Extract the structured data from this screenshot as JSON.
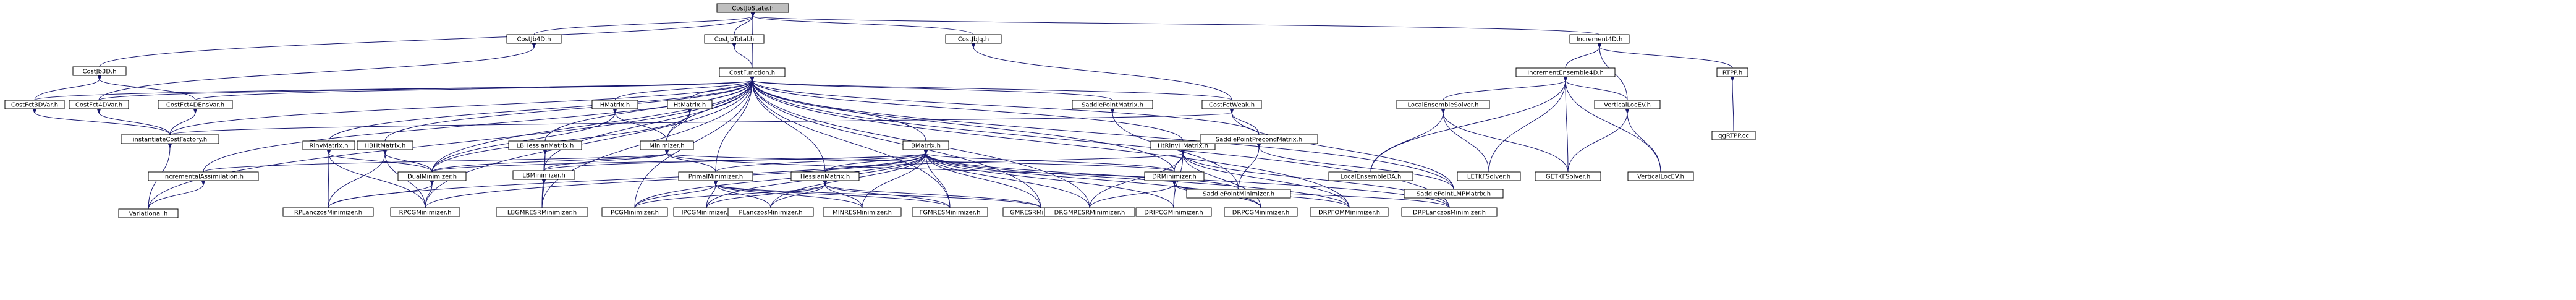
{
  "colors": {
    "edge": "#191970",
    "node_fill": "#ffffff",
    "highlight_fill": "#bfbfbf",
    "normal_text": "#000000",
    "incomplete_text": "#ff0000",
    "incomplete_border": "#ff0000"
  },
  "nodes": {
    "CostJbState": {
      "label": "CostJbState.h",
      "style": "highlight"
    },
    "CostJb4D": {
      "label": "CostJb4D.h",
      "style": "normal"
    },
    "CostJbTotal": {
      "label": "CostJbTotal.h",
      "style": "normal"
    },
    "CostJbJq": {
      "label": "CostJbJq.h",
      "style": "normal"
    },
    "Increment4D": {
      "label": "Increment4D.h",
      "style": "normal"
    },
    "CostJb3D": {
      "label": "CostJb3D.h",
      "style": "normal"
    },
    "CostFunction": {
      "label": "CostFunction.h",
      "style": "normal"
    },
    "IncrementEnsemble4D": {
      "label": "IncrementEnsemble4D.h",
      "style": "normal"
    },
    "RTPP": {
      "label": "RTPP.h",
      "style": "normal"
    },
    "CostFct3DVar": {
      "label": "CostFct3DVar.h",
      "style": "normal"
    },
    "CostFct4DVar": {
      "label": "CostFct4DVar.h",
      "style": "normal"
    },
    "CostFct4DEnsVar": {
      "label": "CostFct4DEnsVar.h",
      "style": "normal"
    },
    "HMatrix": {
      "label": "HMatrix.h",
      "style": "normal"
    },
    "HtMatrix": {
      "label": "HtMatrix.h",
      "style": "normal"
    },
    "SaddlePointMatrix": {
      "label": "SaddlePointMatrix.h",
      "style": "normal"
    },
    "CostFctWeak": {
      "label": "CostFctWeak.h",
      "style": "normal"
    },
    "LocalEnsembleSolver": {
      "label": "LocalEnsembleSolver.h",
      "style": "incomplete"
    },
    "VerticalLocEV": {
      "label": "VerticalLocEV.h",
      "style": "normal"
    },
    "qgRTPP": {
      "label": "qgRTPP.cc",
      "style": "normal"
    },
    "instantiateCostFactory": {
      "label": "instantiateCostFactory.h",
      "style": "normal"
    },
    "RinvMatrix": {
      "label": "RinvMatrix.h",
      "style": "normal"
    },
    "HBHtMatrix": {
      "label": "HBHtMatrix.h",
      "style": "normal"
    },
    "LBHessianMatrix": {
      "label": "LBHessianMatrix.h",
      "style": "normal"
    },
    "Minimizer": {
      "label": "Minimizer.h",
      "style": "incomplete"
    },
    "BMatrix": {
      "label": "BMatrix.h",
      "style": "normal"
    },
    "HtRinvHMatrix": {
      "label": "HtRinvHMatrix.h",
      "style": "normal"
    },
    "SaddlePointPrecondMatrix": {
      "label": "SaddlePointPrecondMatrix.h",
      "style": "normal"
    },
    "LocalEnsembleDA": {
      "label": "LocalEnsembleDA.h",
      "style": "incomplete"
    },
    "LETKFSolver": {
      "label": "LETKFSolver.h",
      "style": "incomplete"
    },
    "GETKFSolver": {
      "label": "GETKFSolver.h",
      "style": "incomplete"
    },
    "VerticalLocEVh2": {
      "label": "VerticalLocEV.h",
      "style": "incomplete"
    },
    "IncrementalAssimilation": {
      "label": "IncrementalAssimilation.h",
      "style": "normal"
    },
    "DualMinimizer": {
      "label": "DualMinimizer.h",
      "style": "normal"
    },
    "LBMinimizer": {
      "label": "LBMinimizer.h",
      "style": "normal"
    },
    "PrimalMinimizer": {
      "label": "PrimalMinimizer.h",
      "style": "normal"
    },
    "HessianMatrix": {
      "label": "HessianMatrix.h",
      "style": "normal"
    },
    "DRMinimizer": {
      "label": "DRMinimizer.h",
      "style": "normal"
    },
    "SaddlePointMinimizer": {
      "label": "SaddlePointMinimizer.h",
      "style": "incomplete"
    },
    "SaddlePointLMPMatrix": {
      "label": "SaddlePointLMPMatrix.h",
      "style": "normal"
    },
    "Variational": {
      "label": "Variational.h",
      "style": "incomplete"
    },
    "RPLanczosMinimizer": {
      "label": "RPLanczosMinimizer.h",
      "style": "incomplete"
    },
    "RPCGMinimizer": {
      "label": "RPCGMinimizer.h",
      "style": "incomplete"
    },
    "LBGMRESRMinimizer": {
      "label": "LBGMRESRMinimizer.h",
      "style": "incomplete"
    },
    "PCGMinimizer": {
      "label": "PCGMinimizer.h",
      "style": "incomplete"
    },
    "IPCGMinimizer": {
      "label": "IPCGMinimizer.h",
      "style": "incomplete"
    },
    "PLanczosMinimizer": {
      "label": "PLanczosMinimizer.h",
      "style": "incomplete"
    },
    "MINRESMinimizer": {
      "label": "MINRESMinimizer.h",
      "style": "incomplete"
    },
    "FGMRESMinimizer": {
      "label": "FGMRESMinimizer.h",
      "style": "incomplete"
    },
    "GMRESRMinimizer": {
      "label": "GMRESRMinimizer.h",
      "style": "incomplete"
    },
    "DRGMRESRMinimizer": {
      "label": "DRGMRESRMinimizer.h",
      "style": "incomplete"
    },
    "DRIPCGMinimizer": {
      "label": "DRIPCGMinimizer.h",
      "style": "incomplete"
    },
    "DRPCGMinimizer": {
      "label": "DRPCGMinimizer.h",
      "style": "incomplete"
    },
    "DRPFOMMinimizer": {
      "label": "DRPFOMMinimizer.h",
      "style": "incomplete"
    },
    "DRPLanczosMinimizer": {
      "label": "DRPLanczosMinimizer.h",
      "style": "incomplete"
    }
  },
  "edges": [
    [
      "CostJbState",
      "CostJb4D"
    ],
    [
      "CostJbState",
      "CostJbTotal"
    ],
    [
      "CostJbState",
      "CostJbJq"
    ],
    [
      "CostJbState",
      "Increment4D"
    ],
    [
      "CostJbState",
      "CostJb3D"
    ],
    [
      "CostJbState",
      "CostFunction"
    ],
    [
      "CostJb4D",
      "CostFct4DVar"
    ],
    [
      "CostJbTotal",
      "CostFunction"
    ],
    [
      "CostJbJq",
      "CostFctWeak"
    ],
    [
      "Increment4D",
      "IncrementEnsemble4D"
    ],
    [
      "Increment4D",
      "RTPP"
    ],
    [
      "Increment4D",
      "VerticalLocEV"
    ],
    [
      "CostJb3D",
      "CostFct3DVar"
    ],
    [
      "CostJb3D",
      "CostFct4DEnsVar"
    ],
    [
      "IncrementEnsemble4D",
      "LocalEnsembleSolver"
    ],
    [
      "IncrementEnsemble4D",
      "VerticalLocEV"
    ],
    [
      "IncrementEnsemble4D",
      "LocalEnsembleDA"
    ],
    [
      "IncrementEnsemble4D",
      "LETKFSolver"
    ],
    [
      "IncrementEnsemble4D",
      "GETKFSolver"
    ],
    [
      "IncrementEnsemble4D",
      "VerticalLocEVh2"
    ],
    [
      "RTPP",
      "qgRTPP"
    ],
    [
      "LocalEnsembleSolver",
      "LocalEnsembleDA"
    ],
    [
      "LocalEnsembleSolver",
      "LETKFSolver"
    ],
    [
      "LocalEnsembleSolver",
      "GETKFSolver"
    ],
    [
      "VerticalLocEV",
      "GETKFSolver"
    ],
    [
      "VerticalLocEV",
      "VerticalLocEVh2"
    ],
    [
      "CostFunction",
      "CostFct3DVar"
    ],
    [
      "CostFunction",
      "CostFct4DVar"
    ],
    [
      "CostFunction",
      "CostFct4DEnsVar"
    ],
    [
      "CostFunction",
      "HMatrix"
    ],
    [
      "CostFunction",
      "HtMatrix"
    ],
    [
      "CostFunction",
      "CostFctWeak"
    ],
    [
      "CostFunction",
      "instantiateCostFactory"
    ],
    [
      "CostFunction",
      "RinvMatrix"
    ],
    [
      "CostFunction",
      "HBHtMatrix"
    ],
    [
      "CostFunction",
      "LBHessianMatrix"
    ],
    [
      "CostFunction",
      "Minimizer"
    ],
    [
      "CostFunction",
      "BMatrix"
    ],
    [
      "CostFunction",
      "HtRinvHMatrix"
    ],
    [
      "CostFunction",
      "SaddlePointMatrix"
    ],
    [
      "CostFunction",
      "SaddlePointPrecondMatrix"
    ],
    [
      "CostFunction",
      "SaddlePointLMPMatrix"
    ],
    [
      "CostFunction",
      "IncrementalAssimilation"
    ],
    [
      "CostFunction",
      "DualMinimizer"
    ],
    [
      "CostFunction",
      "LBMinimizer"
    ],
    [
      "CostFunction",
      "PrimalMinimizer"
    ],
    [
      "CostFunction",
      "HessianMatrix"
    ],
    [
      "CostFunction",
      "DRMinimizer"
    ],
    [
      "CostFunction",
      "Variational"
    ],
    [
      "CostFunction",
      "RPCGMinimizer"
    ],
    [
      "CostFunction",
      "LBGMRESRMinimizer"
    ],
    [
      "CostFunction",
      "PCGMinimizer"
    ],
    [
      "CostFunction",
      "FGMRESMinimizer"
    ],
    [
      "CostFunction",
      "GMRESRMinimizer"
    ],
    [
      "CostFunction",
      "DRGMRESRMinimizer"
    ],
    [
      "CostFunction",
      "DRPFOMMinimizer"
    ],
    [
      "CostFunction",
      "DRPLanczosMinimizer"
    ],
    [
      "CostFct3DVar",
      "instantiateCostFactory"
    ],
    [
      "CostFct4DVar",
      "instantiateCostFactory"
    ],
    [
      "CostFct4DEnsVar",
      "instantiateCostFactory"
    ],
    [
      "CostFctWeak",
      "instantiateCostFactory"
    ],
    [
      "CostFctWeak",
      "SaddlePointPrecondMatrix"
    ],
    [
      "CostFctWeak",
      "SaddlePointLMPMatrix"
    ],
    [
      "instantiateCostFactory",
      "Variational"
    ],
    [
      "HMatrix",
      "Minimizer"
    ],
    [
      "HMatrix",
      "DualMinimizer"
    ],
    [
      "HtMatrix",
      "Minimizer"
    ],
    [
      "HtMatrix",
      "DualMinimizer"
    ],
    [
      "RinvMatrix",
      "DualMinimizer"
    ],
    [
      "RinvMatrix",
      "RPLanczosMinimizer"
    ],
    [
      "RinvMatrix",
      "RPCGMinimizer"
    ],
    [
      "HBHtMatrix",
      "DualMinimizer"
    ],
    [
      "HBHtMatrix",
      "RPLanczosMinimizer"
    ],
    [
      "HBHtMatrix",
      "RPCGMinimizer"
    ],
    [
      "LBHessianMatrix",
      "LBMinimizer"
    ],
    [
      "LBHessianMatrix",
      "LBGMRESRMinimizer"
    ],
    [
      "Minimizer",
      "IncrementalAssimilation"
    ],
    [
      "Minimizer",
      "DualMinimizer"
    ],
    [
      "Minimizer",
      "LBMinimizer"
    ],
    [
      "Minimizer",
      "PrimalMinimizer"
    ],
    [
      "Minimizer",
      "DRMinimizer"
    ],
    [
      "Minimizer",
      "SaddlePointMinimizer"
    ],
    [
      "BMatrix",
      "DualMinimizer"
    ],
    [
      "BMatrix",
      "LBMinimizer"
    ],
    [
      "BMatrix",
      "PrimalMinimizer"
    ],
    [
      "BMatrix",
      "HessianMatrix"
    ],
    [
      "BMatrix",
      "DRMinimizer"
    ],
    [
      "BMatrix",
      "PCGMinimizer"
    ],
    [
      "BMatrix",
      "IPCGMinimizer"
    ],
    [
      "BMatrix",
      "PLanczosMinimizer"
    ],
    [
      "BMatrix",
      "MINRESMinimizer"
    ],
    [
      "BMatrix",
      "FGMRESMinimizer"
    ],
    [
      "BMatrix",
      "GMRESRMinimizer"
    ],
    [
      "BMatrix",
      "DRGMRESRMinimizer"
    ],
    [
      "BMatrix",
      "DRIPCGMinimizer"
    ],
    [
      "BMatrix",
      "DRPCGMinimizer"
    ],
    [
      "BMatrix",
      "DRPFOMMinimizer"
    ],
    [
      "BMatrix",
      "DRPLanczosMinimizer"
    ],
    [
      "BMatrix",
      "RPLanczosMinimizer"
    ],
    [
      "BMatrix",
      "RPCGMinimizer"
    ],
    [
      "HtRinvHMatrix",
      "DRMinimizer"
    ],
    [
      "HtRinvHMatrix",
      "DRGMRESRMinimizer"
    ],
    [
      "HtRinvHMatrix",
      "DRIPCGMinimizer"
    ],
    [
      "HtRinvHMatrix",
      "DRPCGMinimizer"
    ],
    [
      "HtRinvHMatrix",
      "DRPFOMMinimizer"
    ],
    [
      "HtRinvHMatrix",
      "DRPLanczosMinimizer"
    ],
    [
      "HtRinvHMatrix",
      "HessianMatrix"
    ],
    [
      "SaddlePointMatrix",
      "SaddlePointMinimizer"
    ],
    [
      "SaddlePointPrecondMatrix",
      "SaddlePointMinimizer"
    ],
    [
      "SaddlePointPrecondMatrix",
      "SaddlePointLMPMatrix"
    ],
    [
      "IncrementalAssimilation",
      "Variational"
    ],
    [
      "DualMinimizer",
      "RPLanczosMinimizer"
    ],
    [
      "DualMinimizer",
      "RPCGMinimizer"
    ],
    [
      "LBMinimizer",
      "LBGMRESRMinimizer"
    ],
    [
      "PrimalMinimizer",
      "PCGMinimizer"
    ],
    [
      "PrimalMinimizer",
      "IPCGMinimizer"
    ],
    [
      "PrimalMinimizer",
      "PLanczosMinimizer"
    ],
    [
      "PrimalMinimizer",
      "MINRESMinimizer"
    ],
    [
      "PrimalMinimizer",
      "FGMRESMinimizer"
    ],
    [
      "PrimalMinimizer",
      "GMRESRMinimizer"
    ],
    [
      "HessianMatrix",
      "PCGMinimizer"
    ],
    [
      "HessianMatrix",
      "IPCGMinimizer"
    ],
    [
      "HessianMatrix",
      "PLanczosMinimizer"
    ],
    [
      "HessianMatrix",
      "MINRESMinimizer"
    ],
    [
      "HessianMatrix",
      "FGMRESMinimizer"
    ],
    [
      "HessianMatrix",
      "GMRESRMinimizer"
    ],
    [
      "DRMinimizer",
      "DRGMRESRMinimizer"
    ],
    [
      "DRMinimizer",
      "DRIPCGMinimizer"
    ],
    [
      "DRMinimizer",
      "DRPCGMinimizer"
    ],
    [
      "DRMinimizer",
      "DRPFOMMinimizer"
    ],
    [
      "DRMinimizer",
      "DRPLanczosMinimizer"
    ]
  ]
}
